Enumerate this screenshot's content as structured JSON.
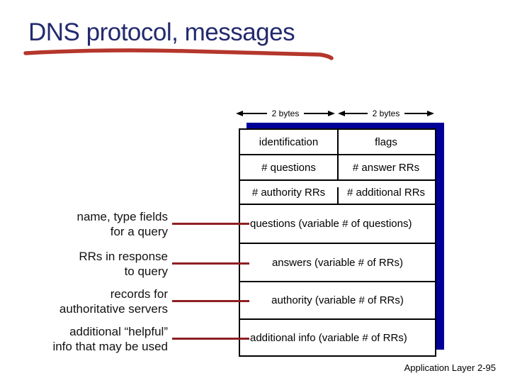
{
  "slide": {
    "title": "DNS protocol, messages",
    "footer": "Application Layer 2-95"
  },
  "diagram": {
    "byte_labels": [
      "2 bytes",
      "2 bytes"
    ],
    "header_rows": [
      [
        "identification",
        "flags"
      ],
      [
        "# questions",
        "# answer RRs"
      ],
      [
        "# authority RRs",
        "# additional RRs"
      ]
    ],
    "variable_rows": [
      "questions (variable # of questions)",
      "answers (variable # of RRs)",
      "authority (variable # of RRs)",
      "additional info (variable # of RRs)"
    ],
    "side_labels": [
      {
        "line1": "name, type fields",
        "line2": "for a query"
      },
      {
        "line1": "RRs in response",
        "line2": "to query"
      },
      {
        "line1": "records for",
        "line2": "authoritative servers"
      },
      {
        "line1": "additional “helpful”",
        "line2": "info that may be used"
      }
    ],
    "colors": {
      "title_navy": "#232a6e",
      "underline_red": "#b5362c",
      "connector_red": "#8f1f24",
      "shadow_navy": "#000099",
      "table_border": "#000000"
    }
  }
}
